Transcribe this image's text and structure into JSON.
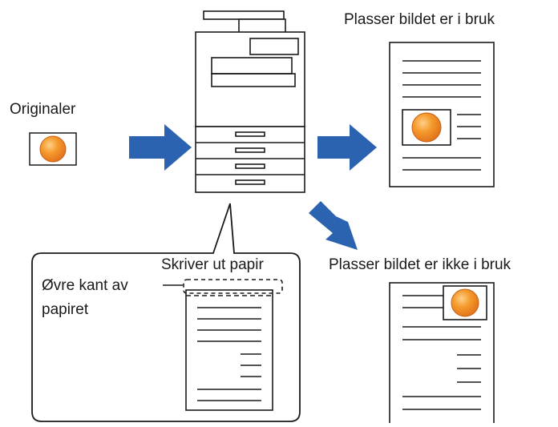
{
  "labels": {
    "originals": "Originaler",
    "placement_on": "Plasser bildet er i bruk",
    "placement_off": "Plasser bildet er ikke i bruk",
    "printing_paper": "Skriver ut papir",
    "top_edge_line1": "Øvre kant av",
    "top_edge_line2": "papiret"
  },
  "colors": {
    "arrow": "#2b63b0",
    "image_fill": "#f39a2a",
    "image_highlight": "#ffd08a",
    "line": "#1a1a1a"
  }
}
